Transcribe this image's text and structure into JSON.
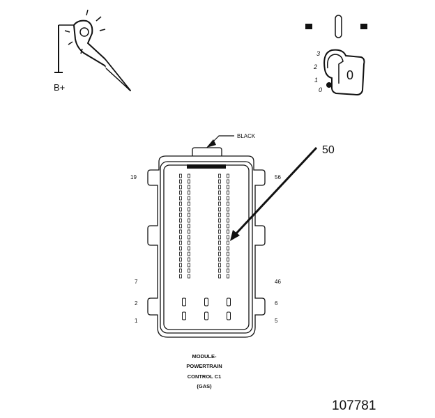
{
  "test_light": {
    "supply_label": "B+"
  },
  "ignition_switch": {
    "positions": [
      "3",
      "2",
      "1",
      "0"
    ],
    "key_position": "0"
  },
  "connector": {
    "color_label": "BLACK",
    "callout_number": "50",
    "pin_labels": {
      "top_left": "19",
      "top_right": "56",
      "mid_left": "7",
      "mid_right": "46",
      "lower_left": "2",
      "lower_right": "6",
      "bottom_left": "1",
      "bottom_right": "5"
    },
    "caption_lines": [
      "MODULE-",
      "POWERTRAIN",
      "CONTROL C1",
      "(GAS)"
    ]
  },
  "figure_number": "107781",
  "colors": {
    "ink": "#111111",
    "background": "#ffffff"
  }
}
